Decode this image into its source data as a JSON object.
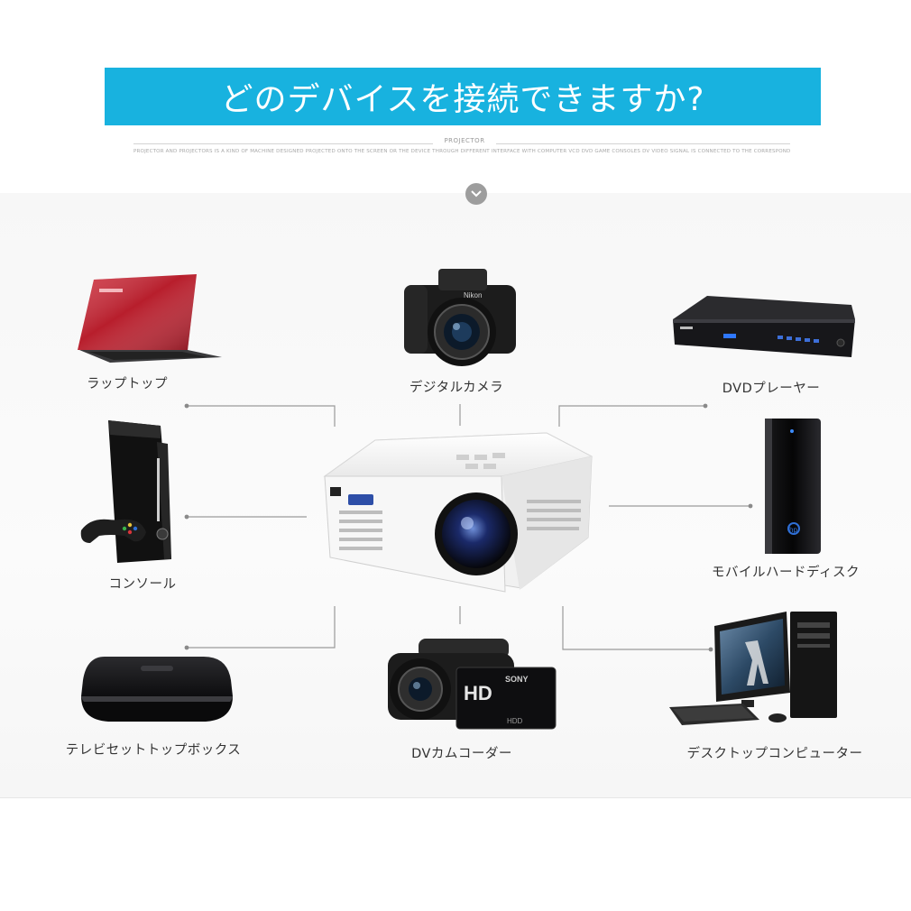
{
  "header": {
    "title": "どのデバイスを接続できますか?",
    "subtitle_tag": "PROJECTOR",
    "subtitle_text": "PROJECTOR AND PROJECTORS IS A KIND OF MACHINE DESIGNED PROJECTED ONTO THE SCREEN OR THE DEVICE THROUGH DIFFERENT INTERFACE WITH COMPUTER VCD DVD GAME CONSOLES DV VIDEO SIGNAL IS CONNECTED TO THE CORRESPONDING"
  },
  "devices": {
    "laptop": "ラップトップ",
    "camera": "デジタルカメラ",
    "dvd": "DVDプレーヤー",
    "console": "コンソール",
    "hdd": "モバイルハードディスク",
    "tvbox": "テレビセットトップボックス",
    "camcorder": "DVカムコーダー",
    "desktop": "デスクトップコンピューター"
  },
  "colors": {
    "banner": "#18b2df",
    "line": "#9a9a9a",
    "laptop_red": "#c0202f"
  },
  "icons": {
    "scroll": "chevron-down-icon"
  }
}
